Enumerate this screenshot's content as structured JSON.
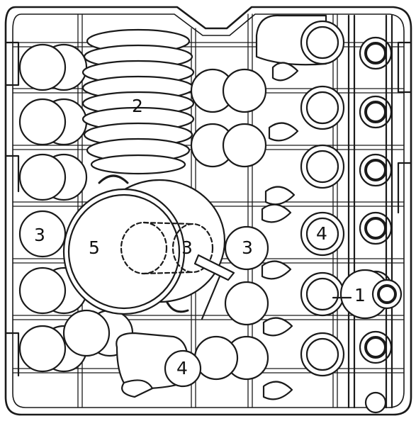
{
  "figure": {
    "type": "dishwasher-upper-basket-loading-diagram",
    "line_color": "#1a1a1a",
    "fill_color": "#ffffff"
  },
  "labels": {
    "cup": "1",
    "plates": "2",
    "mugs": "3",
    "glasses": "4",
    "pot": "5"
  }
}
